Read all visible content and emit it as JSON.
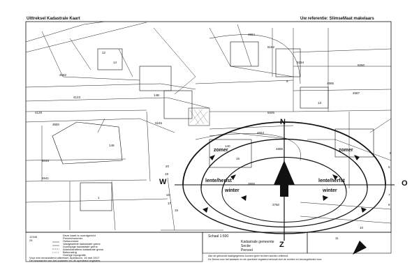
{
  "header": {
    "title": "Uittreksel Kadastrale Kaart",
    "reference": "Uw referentie: SlimseMaat makelaars"
  },
  "compass": {
    "north": "N",
    "south": "Z",
    "east": "O",
    "west": "W",
    "spring_autumn_left": "lente/herfst",
    "spring_autumn_right": "lente/herfst",
    "summer_left": "zomer",
    "summer_right": "zomer",
    "winter_left": "winter",
    "winter_right": "winter"
  },
  "parcels": [
    "4584",
    "6152",
    "5154",
    "5050",
    "4582",
    "4585",
    "4587",
    "4129",
    "3650",
    "5049",
    "4641",
    "5045",
    "4664",
    "4686",
    "3666",
    "3760",
    "4123",
    "5246",
    "149",
    "14B",
    "14C",
    "12",
    "14",
    "13",
    "9",
    "16",
    "1",
    "5",
    "6",
    "7",
    "8",
    "10",
    "11",
    "15",
    "17",
    "18",
    "19",
    "20"
  ],
  "footer": {
    "scale": "Schaal 1:500",
    "municipality_label": "Kadastrale gemeente",
    "section_label": "Sectie",
    "parcel_label": "Perceel",
    "disclaimer_1": "Aan de getoonde kaartgegevens kunnen geen rechten worden ontleend.",
    "disclaimer_2": "De Dienst voor het kadaster en de openbare registers behoudt zich de rechten en bevoegdheden voor.",
    "legend": [
      "Deze kaart is noordgericht",
      "Perceelnummer",
      "Huisnummer",
      "Vastgestelde kadastrale grens",
      "Voorlopige kadastrale grens",
      "Administratieve kadastrale grens",
      "Bebouwing",
      "Overige topografie",
      "Voor een eensluidend uittreksel, Apeldoorn, 16 mei 2017",
      "De bewaarder van het kadaster en de openbare registers"
    ],
    "legend_codes": [
      "12345",
      "25"
    ]
  },
  "colors": {
    "line": "#1a1a1a",
    "paper": "#ffffff"
  }
}
